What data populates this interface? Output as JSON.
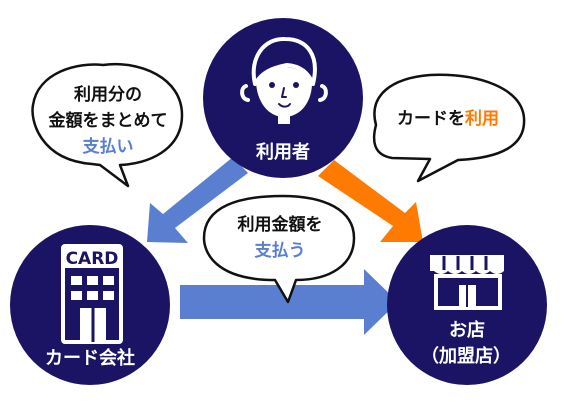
{
  "colors": {
    "node_fill": "#1b1464",
    "arrow_blue": "#5b7fd0",
    "arrow_orange": "#ff7a00",
    "bubble_fill": "#ffffff",
    "bubble_stroke": "#111111",
    "text_dark": "#111111",
    "text_white": "#ffffff"
  },
  "nodes": {
    "user": {
      "label": "利用者",
      "icon": "person-icon"
    },
    "card_company": {
      "label": "カード会社",
      "icon": "card-building-icon",
      "icon_text": "CARD"
    },
    "store": {
      "label_line1": "お店",
      "label_line2": "（加盟店）",
      "icon": "storefront-icon"
    }
  },
  "bubbles": {
    "left": {
      "line1": "利用分の",
      "line2": "金額をまとめて",
      "line3_highlight": "支払い"
    },
    "right": {
      "text": "カードを",
      "highlight": "利用"
    },
    "middle": {
      "line1": "利用金額を",
      "line2_highlight": "支払う"
    }
  }
}
